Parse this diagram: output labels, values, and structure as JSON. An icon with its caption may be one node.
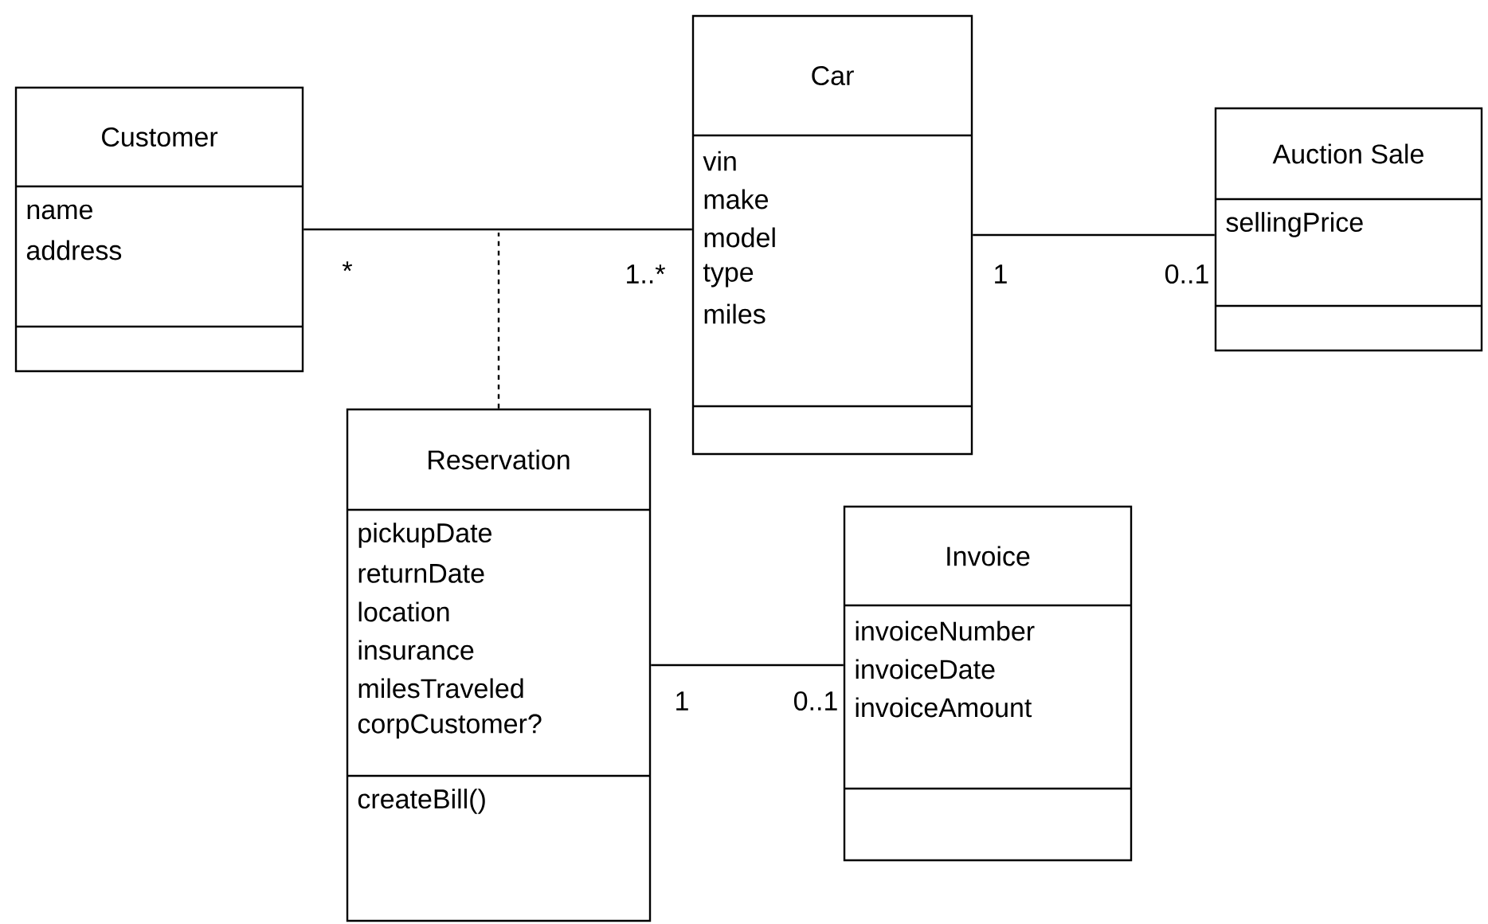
{
  "diagram": {
    "nodes": [
      {
        "text": [
          "Customer",
          "name",
          "address"
        ]
      },
      {
        "text": [
          "Car",
          "vin",
          "make",
          "model",
          "type",
          "miles"
        ]
      },
      {
        "text": [
          "Auction Sale",
          "sellingPrice"
        ]
      },
      {
        "text": [
          "Reservation",
          "pickupDate",
          "returnDate",
          "location",
          "insurance",
          "milesTraveled",
          "corpCustomer?",
          "createBill()"
        ]
      },
      {
        "text": [
          "Invoice",
          "invoiceNumber",
          "invoiceDate",
          "invoiceAmount"
        ]
      }
    ],
    "edges": [
      {
        "from": 0,
        "to": 1,
        "arrow": "none"
      },
      {
        "from": 1,
        "to": 2,
        "arrow": "none"
      },
      {
        "from": 3,
        "to": null,
        "arrow": "none",
        "style": "dashed"
      },
      {
        "from": 3,
        "to": 4,
        "arrow": "none"
      }
    ],
    "labels": [
      "*",
      "1..*",
      "1",
      "0..1",
      "1",
      "0..1"
    ]
  }
}
